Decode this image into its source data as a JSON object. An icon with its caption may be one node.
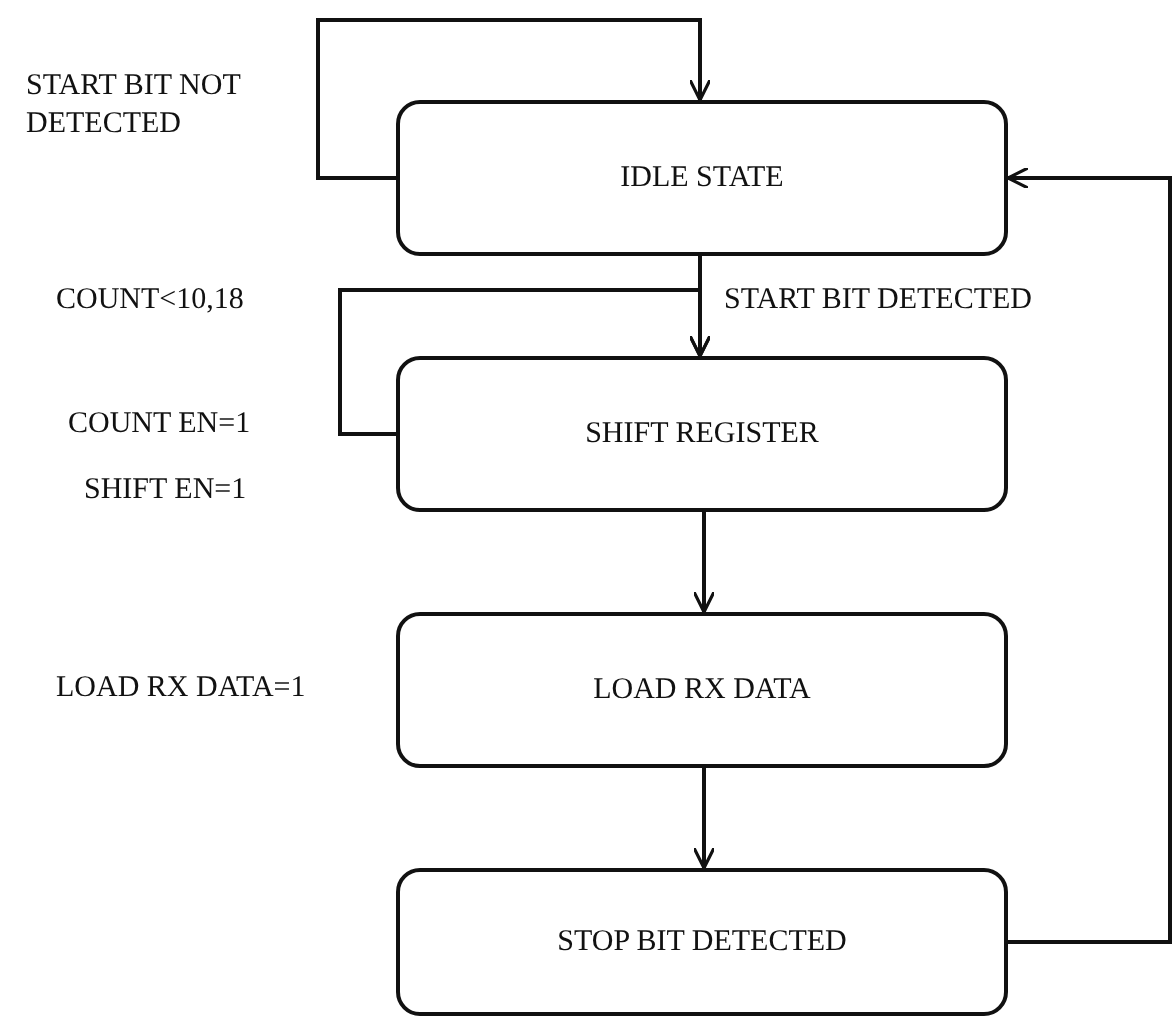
{
  "diagram": {
    "nodes": [
      {
        "text": [
          "IDLE STATE"
        ]
      },
      {
        "text": [
          "SHIFT REGISTER"
        ],
        "beside": [
          "COUNT EN=1",
          "SHIFT EN=1"
        ]
      },
      {
        "text": [
          "LOAD RX DATA"
        ],
        "beside": [
          "LOAD RX DATA=1"
        ]
      },
      {
        "text": [
          "STOP BIT DETECTED"
        ]
      }
    ],
    "edges": [
      {
        "from": 0,
        "to": 0,
        "arrow": "to",
        "label": "START BIT NOT DETECTED"
      },
      {
        "from": 0,
        "to": 1,
        "arrow": "to",
        "label": "START BIT DETECTED"
      },
      {
        "from": 1,
        "to": 1,
        "arrow": "to",
        "label": "COUNT<10,18"
      },
      {
        "from": 1,
        "to": 2,
        "arrow": "to"
      },
      {
        "from": 2,
        "to": 3,
        "arrow": "to"
      },
      {
        "from": 3,
        "to": 0,
        "arrow": "to"
      }
    ]
  }
}
